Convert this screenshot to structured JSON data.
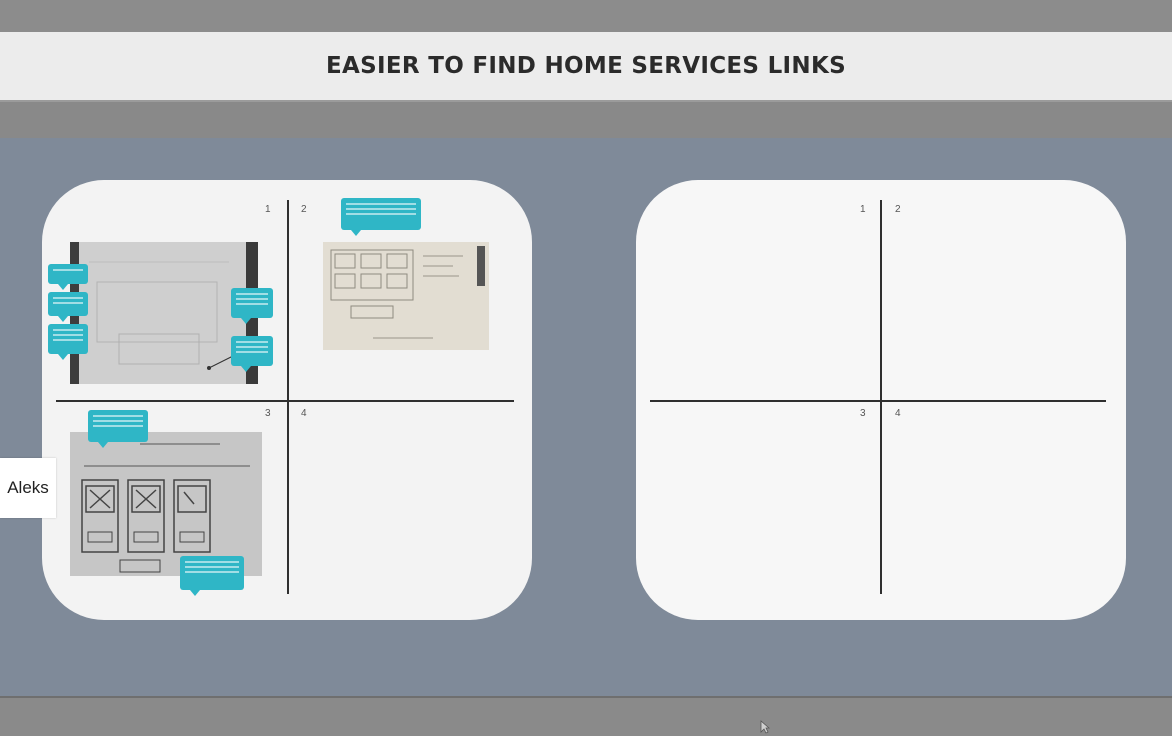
{
  "header": {
    "title": "EASIER TO FIND HOME SERVICES LINKS"
  },
  "participant": {
    "name": "Aleks"
  },
  "boards": [
    {
      "quadrants": [
        "1",
        "2",
        "3",
        "4"
      ]
    },
    {
      "quadrants": [
        "1",
        "2",
        "3",
        "4"
      ]
    }
  ],
  "colors": {
    "canvas": "#7f8a99",
    "sticky_note": "#2fb6c6",
    "board": "#f3f3f3"
  }
}
